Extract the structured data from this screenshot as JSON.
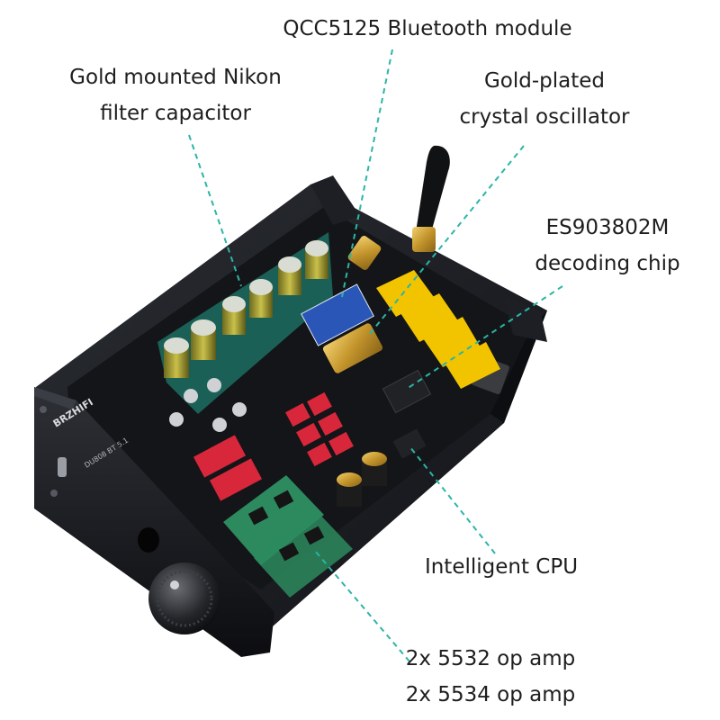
{
  "colors": {
    "leader_line": "#2bb5a6",
    "text": "#1e1e1e",
    "chassis": "#1b1d21",
    "pcb": "#131416",
    "teal_highlight": "#1f9e8b",
    "yellow_connector": "#f2c400",
    "red_capacitor": "#d8273a",
    "gold": "#c99a32",
    "green_module": "#2c8a5e"
  },
  "callouts": {
    "bluetooth": {
      "line1": "QCC5125 Bluetooth module"
    },
    "capacitor": {
      "line1": "Gold mounted Nikon",
      "line2": "filter capacitor"
    },
    "oscillator": {
      "line1": "Gold-plated",
      "line2": "crystal oscillator"
    },
    "decoder": {
      "line1": "ES903802M",
      "line2": "decoding chip"
    },
    "cpu": {
      "line1": "Intelligent CPU"
    },
    "opamp": {
      "line1": "2x 5532 op amp",
      "line2": "2x 5534 op amp"
    }
  },
  "device": {
    "brand_label": "BRZHIFI",
    "model_label": "DU808 BT 5.1",
    "icons": [
      "antenna-icon",
      "volume-knob-icon",
      "toggle-switch-icon",
      "headphone-jack-icon"
    ]
  }
}
